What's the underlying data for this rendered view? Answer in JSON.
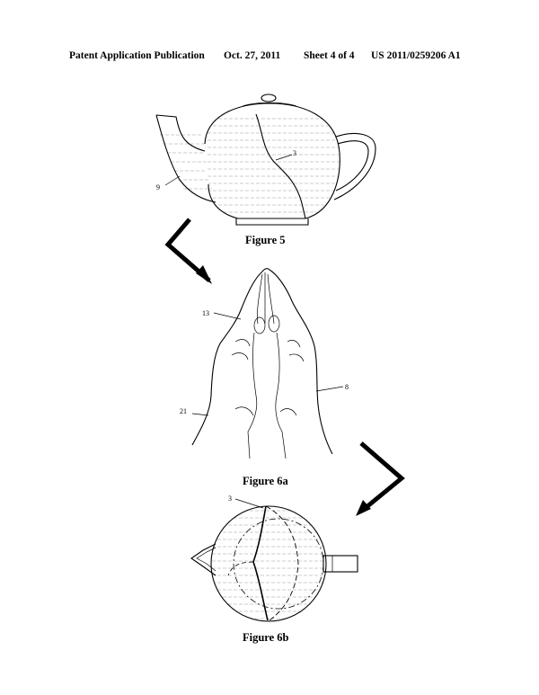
{
  "header": {
    "publication": "Patent Application Publication",
    "date": "Oct. 27, 2011",
    "sheet": "Sheet 4 of 4",
    "number": "US 2011/0259206 A1"
  },
  "figures": {
    "fig5": {
      "caption": "Figure 5",
      "labels": {
        "ref3": "3",
        "ref9": "9"
      }
    },
    "fig6a": {
      "caption": "Figure 6a",
      "labels": {
        "ref13": "13",
        "ref8": "8",
        "ref21": "21"
      }
    },
    "fig6b": {
      "caption": "Figure 6b",
      "labels": {
        "ref3": "3"
      }
    }
  }
}
